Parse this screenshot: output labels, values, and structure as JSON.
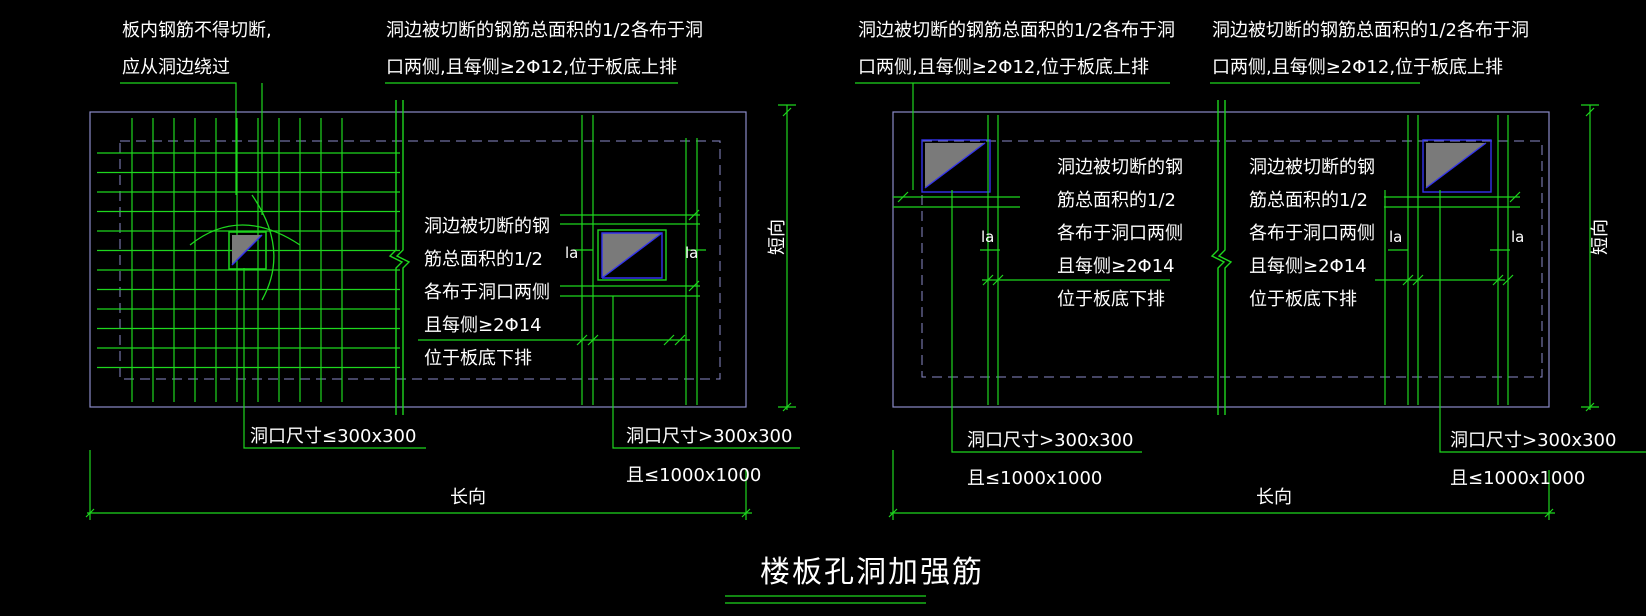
{
  "colors": {
    "background": "#000000",
    "rebar": "#1ed61e",
    "outline": "#8a8ac8",
    "text": "#ffffff",
    "hole_fill": "#7a7a7a",
    "hole_edge": "#3333ee"
  },
  "title": "楼板孔洞加强筋",
  "left_note": {
    "line1": "板内钢筋不得切断,",
    "line2": "应从洞边绕过"
  },
  "top_note": {
    "line1": "洞边被切断的钢筋总面积的1/2各布于洞",
    "line2": "口两侧,且每侧≥2Φ12,位于板底上排"
  },
  "bottom_note": {
    "line1": "洞边被切断的钢",
    "line2": "筋总面积的1/2",
    "line3": "各布于洞口两侧",
    "line4": "且每侧≥2Φ14",
    "line5": "位于板底下排"
  },
  "label_small_hole": "洞口尺寸≤300x300",
  "label_large_hole_1": "洞口尺寸>300x300",
  "label_large_hole_2": "且≤1000x1000",
  "anchor_label": "la",
  "long_direction": "长向",
  "short_direction": "短向"
}
